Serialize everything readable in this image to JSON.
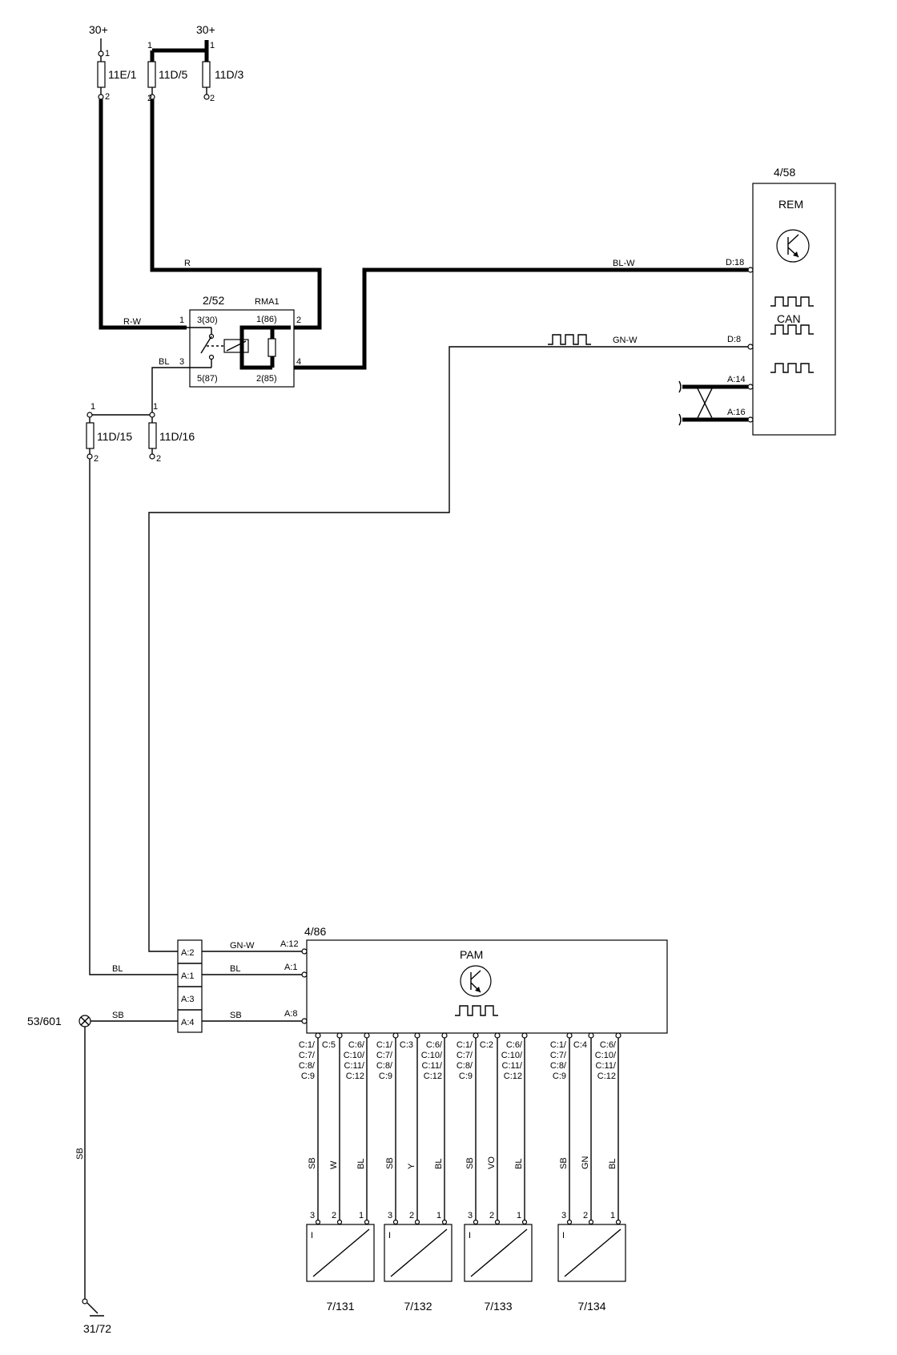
{
  "supply": {
    "left_label": "30+",
    "right_label": "30+"
  },
  "fuses": [
    {
      "id": "11E/1",
      "pin_top": "1",
      "pin_bottom": "2"
    },
    {
      "id": "11D/5",
      "pin_top": "1",
      "pin_bottom": "2"
    },
    {
      "id": "11D/3",
      "pin_top": "1",
      "pin_bottom": "2"
    },
    {
      "id": "11D/15",
      "pin_top": "1",
      "pin_bottom": "2"
    },
    {
      "id": "11D/16",
      "pin_top": "1",
      "pin_bottom": "2"
    }
  ],
  "relay": {
    "id": "2/52",
    "name": "RMA1",
    "pins": [
      "3(30)",
      "1(86)",
      "5(87)",
      "2(85)"
    ],
    "outer_pins": [
      "1",
      "2",
      "3",
      "4"
    ]
  },
  "wires": {
    "r_w": "R-W",
    "r": "R",
    "bl_top": "BL",
    "bl_w": "BL-W",
    "gn_w_top": "GN-W",
    "gn_w_bottom": "GN-W",
    "bl_left": "BL",
    "bl_right": "BL",
    "sb_left": "SB",
    "sb_right": "SB",
    "sb_vertical": "SB"
  },
  "rem": {
    "id": "4/58",
    "name": "REM",
    "can_label": "CAN",
    "pins": [
      "D:18",
      "D:8",
      "A:14",
      "A:16"
    ]
  },
  "connector": {
    "cells": [
      "A:2",
      "A:1",
      "A:3",
      "A:4"
    ]
  },
  "pam": {
    "id": "4/86",
    "name": "PAM",
    "pins": [
      "A:12",
      "A:1",
      "A:8"
    ]
  },
  "ground_point": "53/601",
  "ground": "31/72",
  "sensors": [
    {
      "id": "7/131",
      "pin_labels": [
        "C:1/\nC:7/\nC:8/\nC:9",
        "C:5",
        "C:6/\nC:10/\nC:11/\nC:12"
      ],
      "wire_colors": [
        "SB",
        "W",
        "BL"
      ],
      "pin_numbers": [
        "3",
        "2",
        "1"
      ],
      "marker": "I"
    },
    {
      "id": "7/132",
      "pin_labels": [
        "C:1/\nC:7/\nC:8/\nC:9",
        "C:3",
        "C:6/\nC:10/\nC:11/\nC:12"
      ],
      "wire_colors": [
        "SB",
        "Y",
        "BL"
      ],
      "pin_numbers": [
        "3",
        "2",
        "1"
      ],
      "marker": "I"
    },
    {
      "id": "7/133",
      "pin_labels": [
        "C:1/\nC:7/\nC:8/\nC:9",
        "C:2",
        "C:6/\nC:10/\nC:11/\nC:12"
      ],
      "wire_colors": [
        "SB",
        "VO",
        "BL"
      ],
      "pin_numbers": [
        "3",
        "2",
        "1"
      ],
      "marker": "I"
    },
    {
      "id": "7/134",
      "pin_labels": [
        "C:1/\nC:7/\nC:8/\nC:9",
        "C:4",
        "C:6/\nC:10/\nC:11/\nC:12"
      ],
      "wire_colors": [
        "SB",
        "GN",
        "BL"
      ],
      "pin_numbers": [
        "3",
        "2",
        "1"
      ],
      "marker": "I"
    }
  ]
}
